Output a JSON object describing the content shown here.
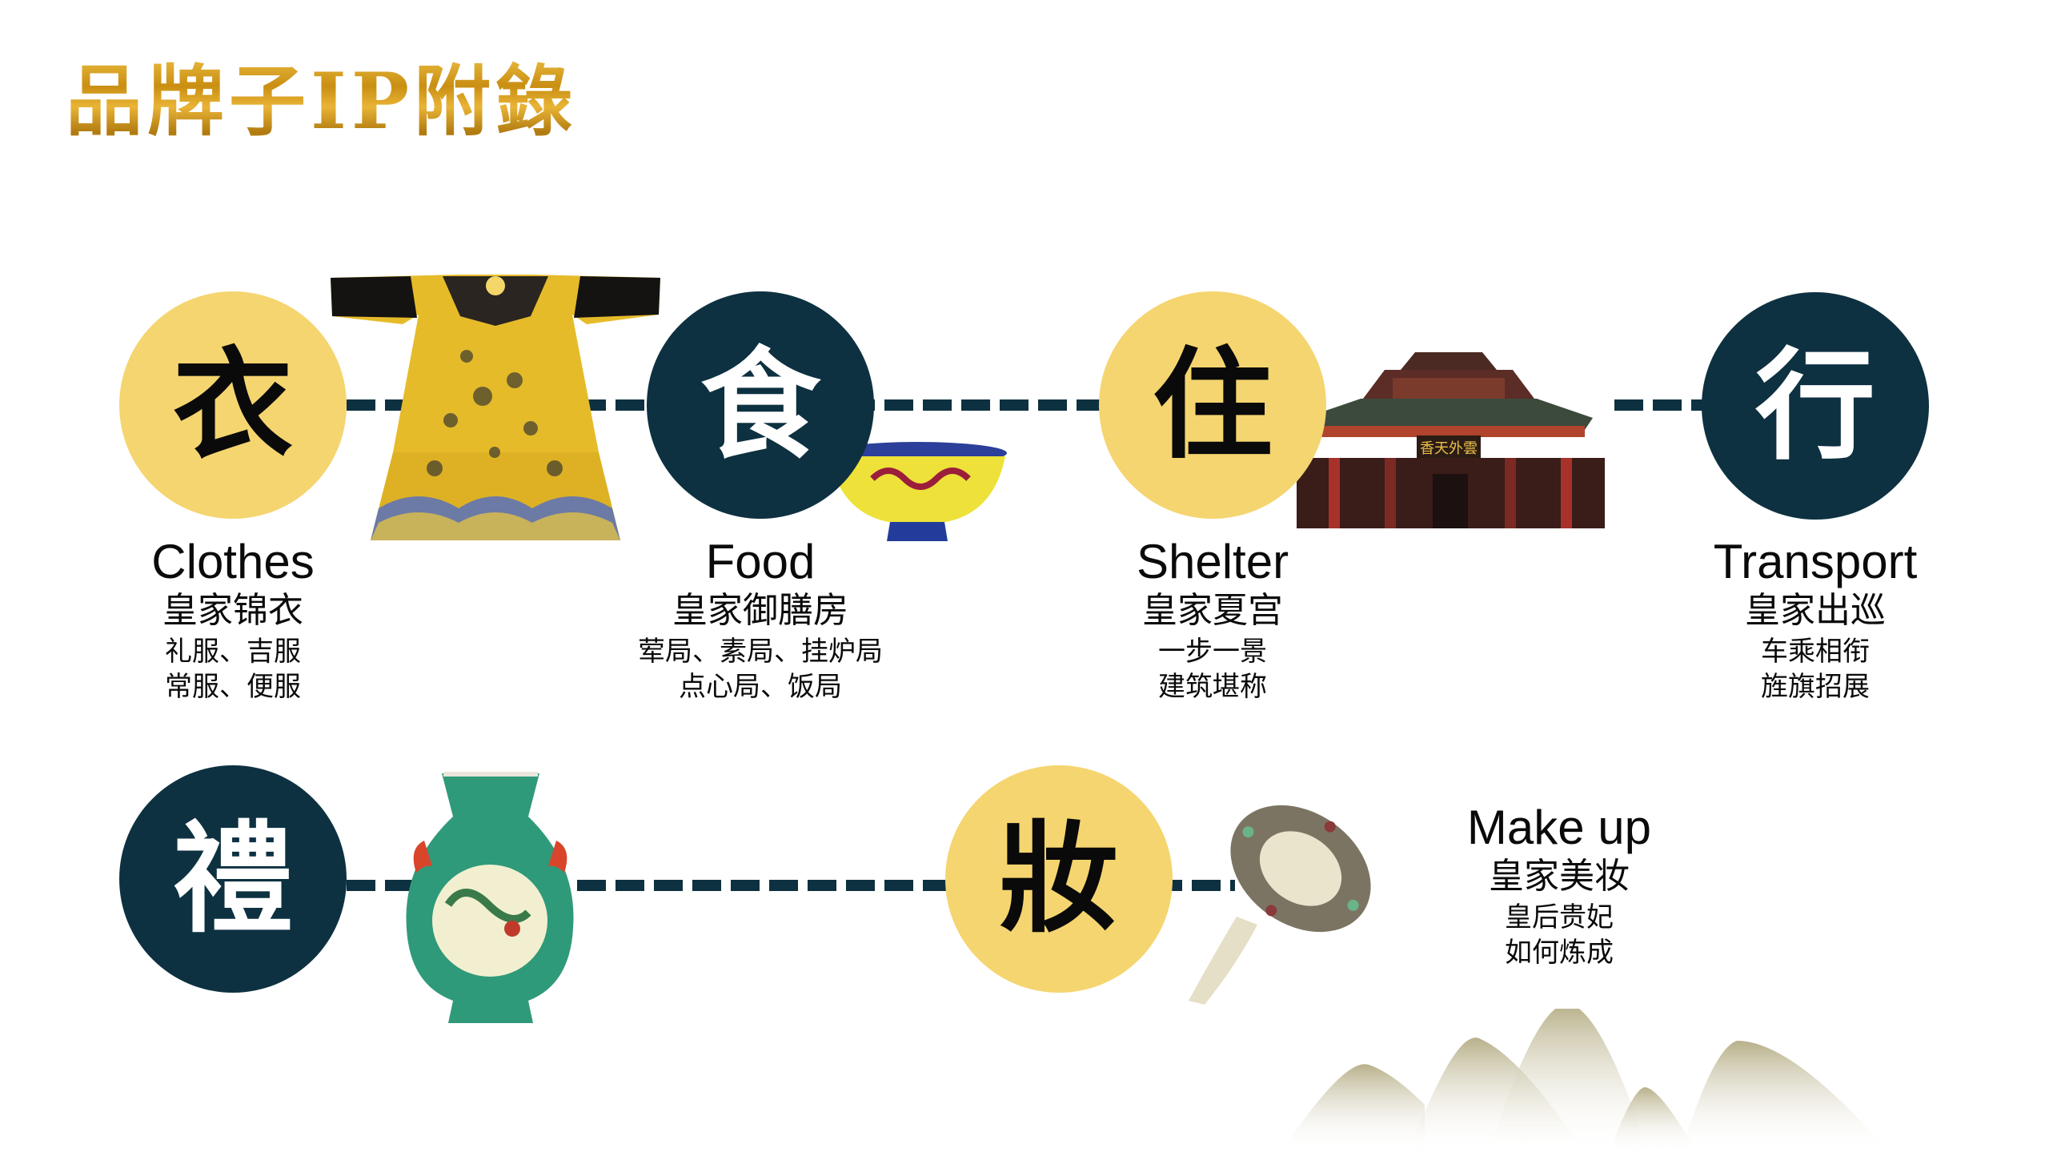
{
  "slide": {
    "title": "品牌子IP附錄",
    "colors": {
      "gold_circle": "#f5d570",
      "navy_circle": "#0d3140",
      "dash_line": "#0d3140",
      "title_gold": "#d9a22a"
    }
  },
  "categories": [
    {
      "glyph": "衣",
      "style": "gold",
      "en": "Clothes",
      "cn": "皇家锦衣",
      "lines": [
        "礼服、吉服",
        "常服、便服"
      ],
      "image": "imperial-dragon-robe"
    },
    {
      "glyph": "食",
      "style": "navy",
      "en": "Food",
      "cn": "皇家御膳房",
      "lines": [
        "荤局、素局、挂炉局",
        "点心局、饭局"
      ],
      "image": "famille-jaune-dragon-bowl"
    },
    {
      "glyph": "住",
      "style": "gold",
      "en": "Shelter",
      "cn": "皇家夏宫",
      "lines": [
        "一步一景",
        "建筑堪称"
      ],
      "image": "summer-palace-pavilion"
    },
    {
      "glyph": "行",
      "style": "navy",
      "en": "Transport",
      "cn": "皇家出巡",
      "lines": [
        "车乘相衔",
        "旌旗招展"
      ]
    },
    {
      "glyph": "禮",
      "style": "navy",
      "image": "famille-rose-vase"
    },
    {
      "glyph": "妝",
      "style": "gold",
      "en": "Make up",
      "cn": "皇家美妆",
      "lines": [
        "皇后贵妃",
        "如何炼成"
      ],
      "image": "jade-hand-mirror"
    }
  ],
  "palace_plaque": "香天外雲"
}
